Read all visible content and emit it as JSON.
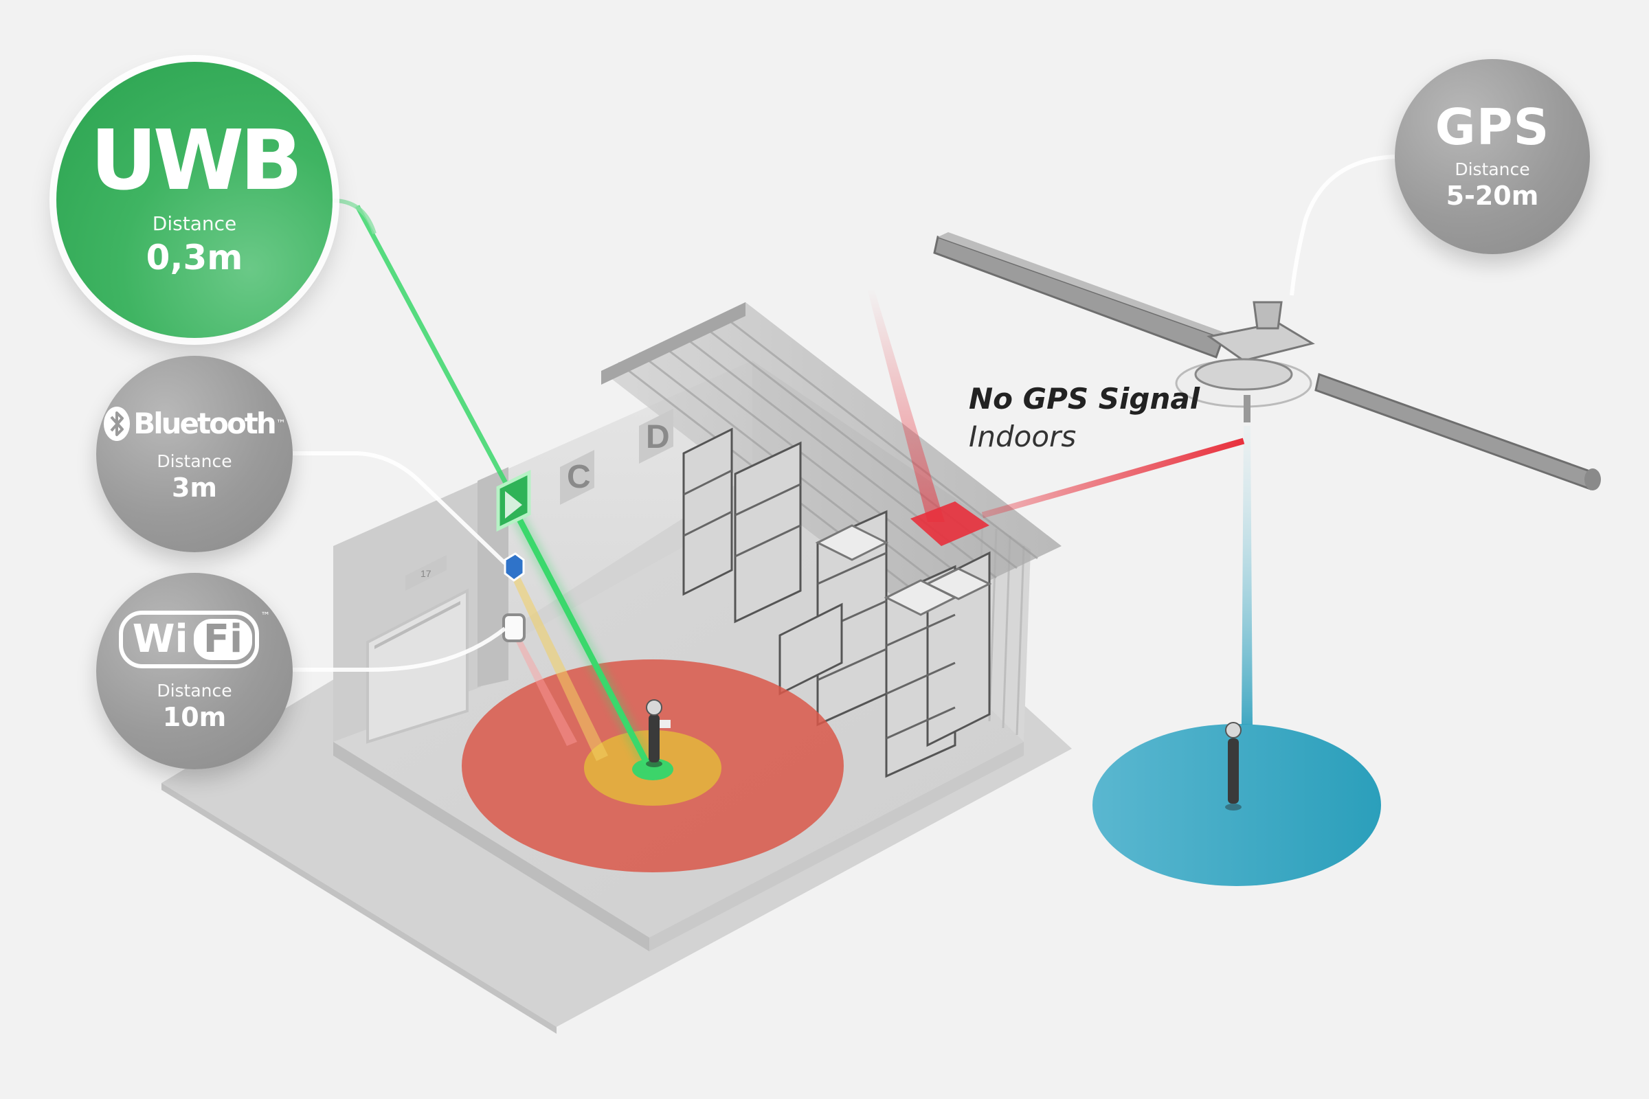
{
  "technologies": {
    "uwb": {
      "name": "UWB",
      "distance_label": "Distance",
      "distance_value": "0,3m",
      "color": "#2fa855"
    },
    "bluetooth": {
      "name": "Bluetooth",
      "distance_label": "Distance",
      "distance_value": "3m",
      "color": "#999999"
    },
    "wifi": {
      "name_wi": "Wi",
      "name_fi": "Fi",
      "distance_label": "Distance",
      "distance_value": "10m",
      "color": "#999999"
    },
    "gps": {
      "name": "GPS",
      "distance_label": "Distance",
      "distance_value": "5-20m",
      "color": "#999999"
    }
  },
  "warehouse": {
    "aisle_signs": [
      "C",
      "D"
    ],
    "door_sign": "17"
  },
  "gps_note": {
    "title": "No GPS Signal",
    "subtitle": "Indoors"
  },
  "colors": {
    "uwb_zone": "#3cd46a",
    "bluetooth_zone": "#e2b23e",
    "wifi_zone": "#d9584a",
    "gps_zone": "#2ea0bd",
    "blocked_signal": "#e8303c",
    "background": "#f2f2f2"
  },
  "icons": [
    "bluetooth-icon",
    "uwb-anchor-icon",
    "bluetooth-beacon-icon",
    "wifi-access-point-icon",
    "satellite-icon",
    "worker-icon"
  ]
}
